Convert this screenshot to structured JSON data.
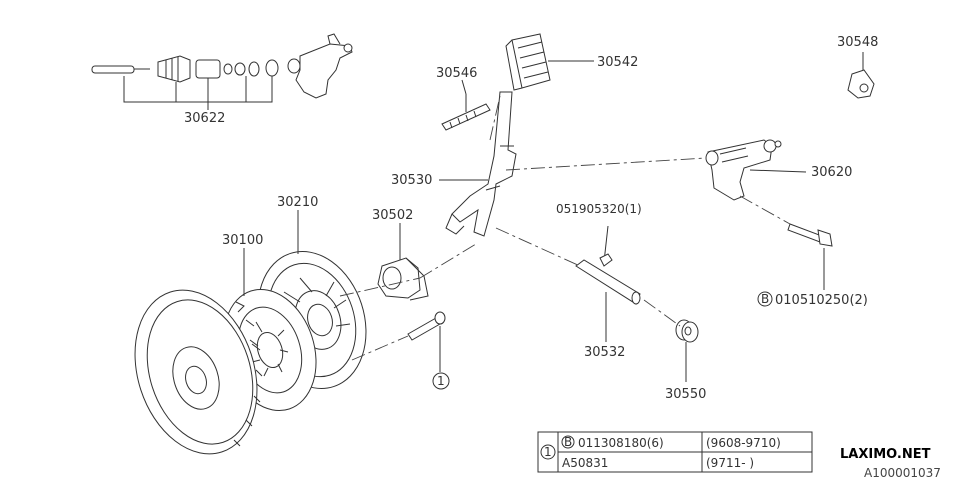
{
  "parts": {
    "p30622": "30622",
    "p30546": "30546",
    "p30542": "30542",
    "p30548": "30548",
    "p30530": "30530",
    "p30620": "30620",
    "p30210": "30210",
    "p30502": "30502",
    "p051905320": "051905320(1)",
    "p30100": "30100",
    "p010510250": "010510250(2)",
    "p30532": "30532",
    "p30550": "30550"
  },
  "markers": {
    "b_symbol": "B",
    "ref_1": "1"
  },
  "legend": {
    "ref": "1",
    "rows": [
      {
        "symbol": "B",
        "part": "011308180(6)",
        "range": "(9608-9710)"
      },
      {
        "symbol": "",
        "part": "A50831",
        "range": "(9711-    )"
      }
    ]
  },
  "brand": "LAXIMO.NET",
  "diagram_code": "A100001037"
}
